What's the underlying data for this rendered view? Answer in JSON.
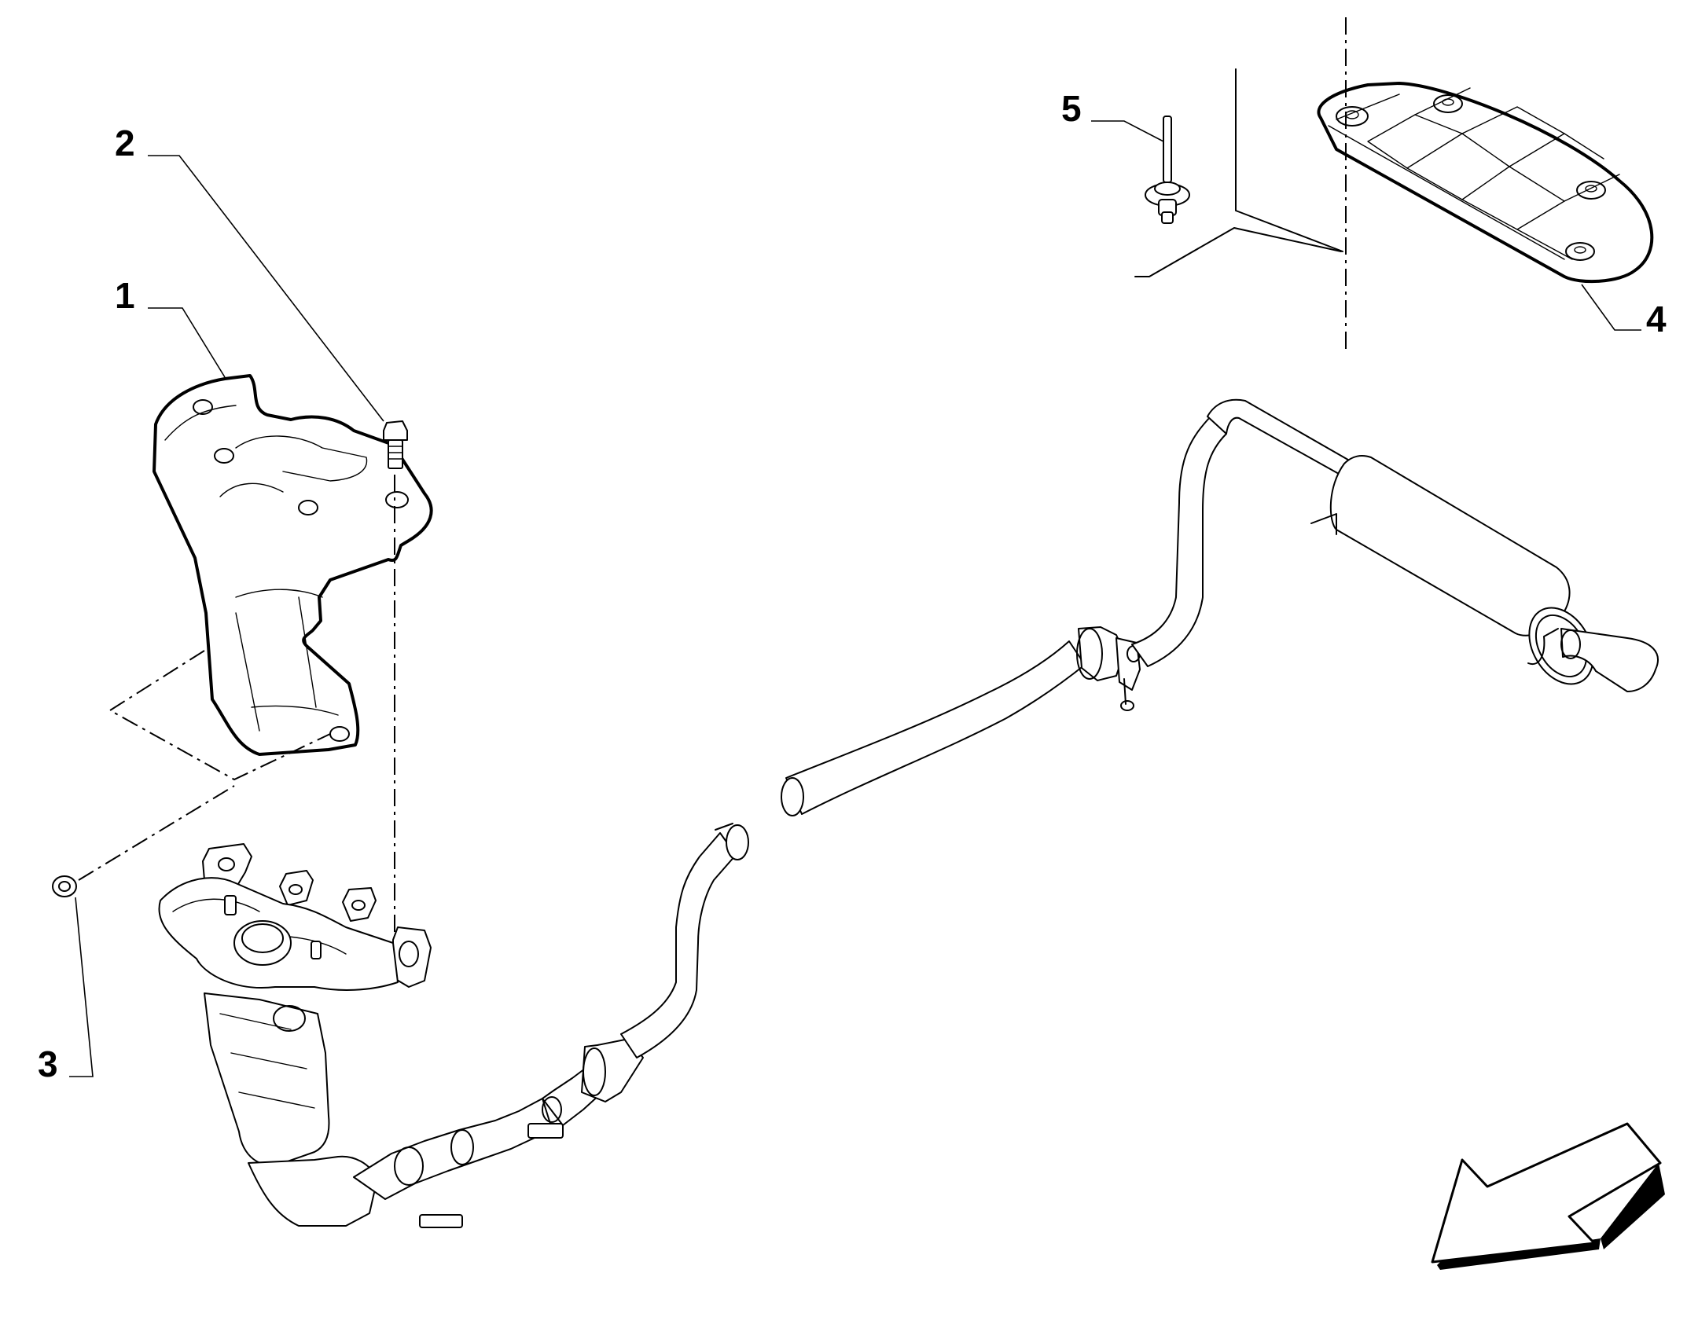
{
  "diagram": {
    "callouts": [
      {
        "id": "1",
        "label": "1"
      },
      {
        "id": "2",
        "label": "2"
      },
      {
        "id": "3",
        "label": "3"
      },
      {
        "id": "4",
        "label": "4"
      },
      {
        "id": "5",
        "label": "5"
      }
    ],
    "parts": [
      {
        "number": "1",
        "icon": "heat-shield"
      },
      {
        "number": "2",
        "icon": "bolt"
      },
      {
        "number": "3",
        "icon": "nut"
      },
      {
        "number": "4",
        "icon": "underbody-heat-shield"
      },
      {
        "number": "5",
        "icon": "push-rivet-clip"
      }
    ],
    "orientation_icon": "direction-arrow"
  }
}
